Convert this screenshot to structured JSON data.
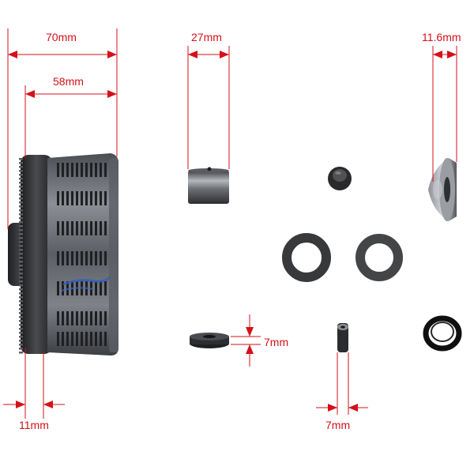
{
  "colors": {
    "dimension": "#d4111a",
    "metal_dark": "#2b2b2d",
    "metal_mid": "#5e6166",
    "metal_light": "#b9bcc1",
    "washer": "#3a3a3c",
    "background": "#ffffff"
  },
  "dimensions": {
    "clutch_overall": "70mm",
    "clutch_basket": "58mm",
    "clutch_hub": "11mm",
    "sleeve_length": "27mm",
    "bushing_width": "11.6mm",
    "nut_height": "7mm",
    "spacer_width": "7mm"
  },
  "parts": [
    "clutch-assembly",
    "sleeve",
    "rubber-grommet",
    "tapered-bushing",
    "flat-washer-left",
    "flat-washer-right",
    "nut",
    "thin-spacer",
    "rubber-ring"
  ]
}
